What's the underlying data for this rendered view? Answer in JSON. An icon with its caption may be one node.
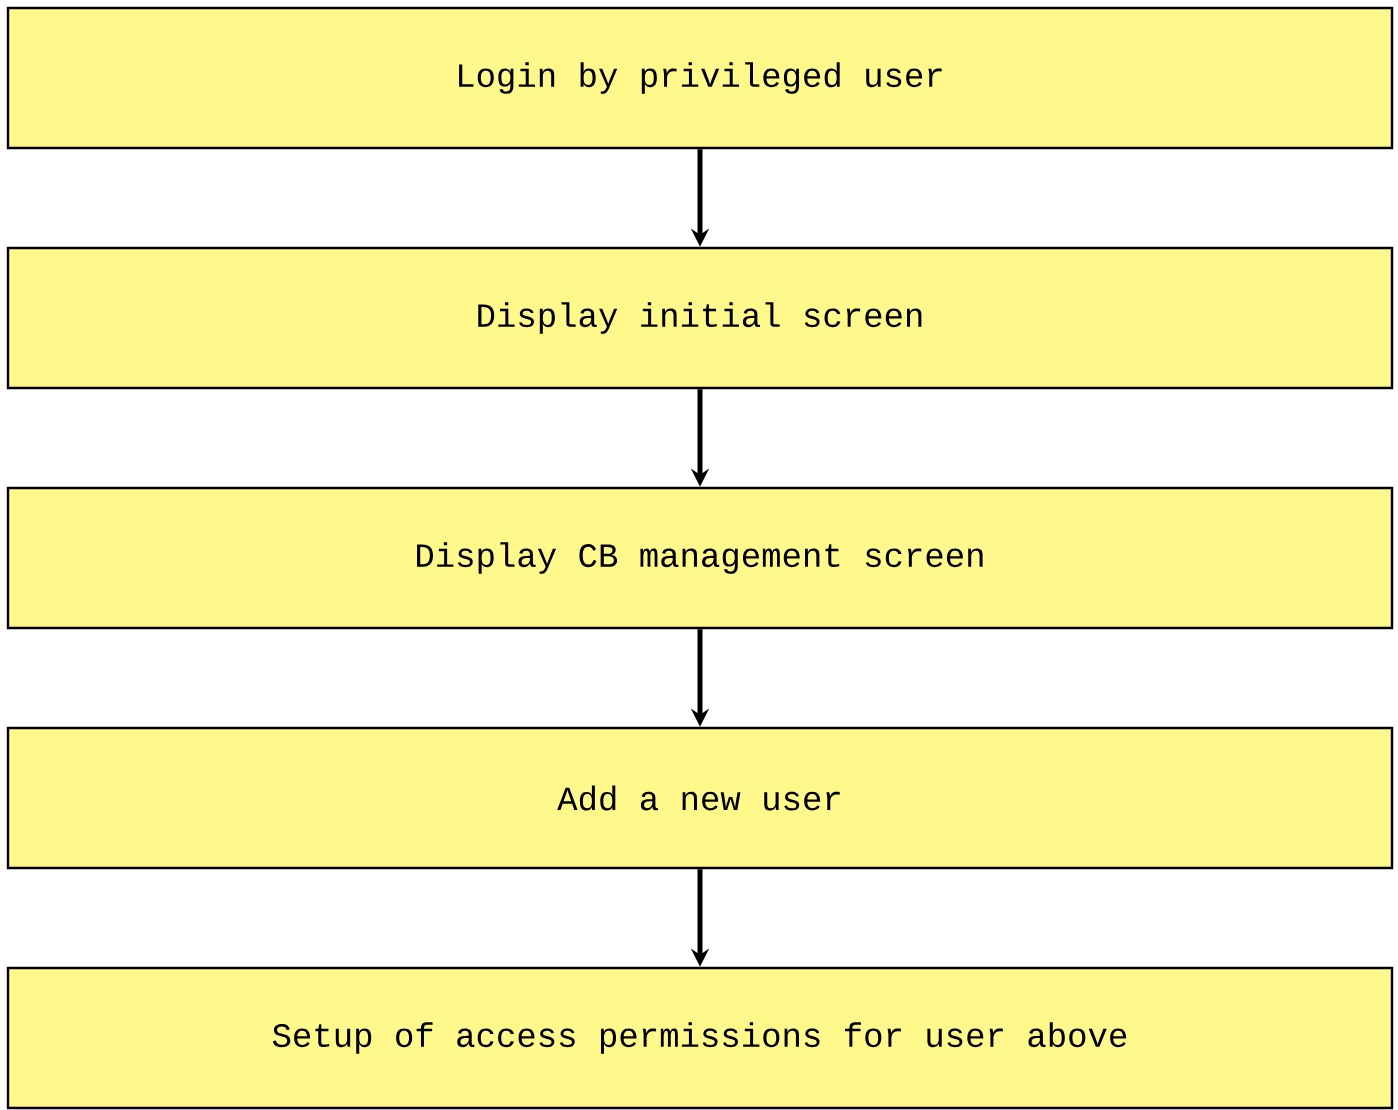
{
  "diagram": {
    "nodes": [
      {
        "text": [
          "Login by privileged user"
        ]
      },
      {
        "text": [
          "Display initial screen"
        ]
      },
      {
        "text": [
          "Display CB management screen"
        ]
      },
      {
        "text": [
          "Add a new user"
        ]
      },
      {
        "text": [
          "Setup of access permissions for user above"
        ]
      }
    ],
    "edges": [
      {
        "from": 0,
        "to": 1,
        "arrow": "to"
      },
      {
        "from": 1,
        "to": 2,
        "arrow": "to"
      },
      {
        "from": 2,
        "to": 3,
        "arrow": "to"
      },
      {
        "from": 3,
        "to": 4,
        "arrow": "to"
      }
    ]
  }
}
